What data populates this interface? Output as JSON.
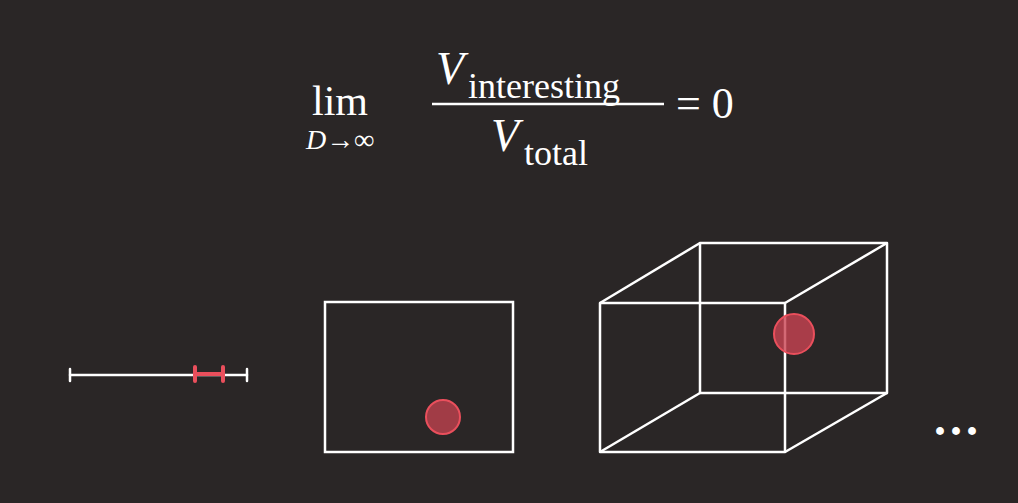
{
  "diagram": {
    "labels": [
      "lim",
      "D→∞",
      "V",
      "interesting",
      "V",
      "total",
      "= 0",
      "..."
    ]
  }
}
